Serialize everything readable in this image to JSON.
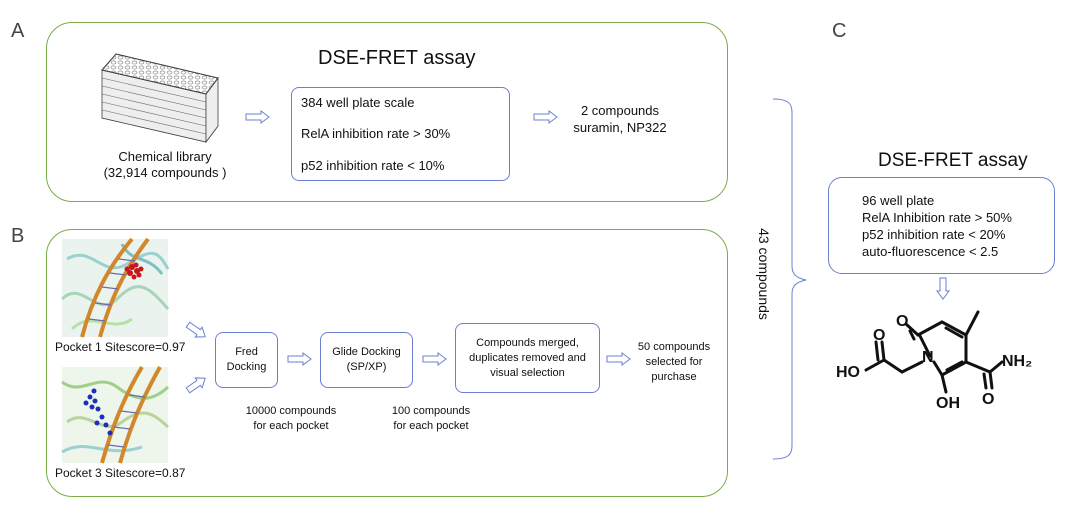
{
  "panels": {
    "a": {
      "letter": "A",
      "title": "DSE-FRET assay",
      "library_label": "Chemical library",
      "library_count": "(32,914 compounds )",
      "criteria": [
        "384 well plate scale",
        "RelA inhibition rate > 30%",
        "p52 inhibition rate  < 10%"
      ],
      "result_line1": "2 compounds",
      "result_line2": "suramin, NP322"
    },
    "b": {
      "letter": "B",
      "pocket1_label": "Pocket 1 Sitescore=0.97",
      "pocket3_label": "Pocket 3 Sitescore=0.87",
      "fred_line1": "Fred",
      "fred_line2": "Docking",
      "glide_line1": "Glide Docking",
      "glide_line2": "(SP/XP)",
      "merge_lines": [
        "Compounds merged,",
        "duplicates removed and",
        "visual selection"
      ],
      "result_lines": [
        "50 compounds",
        "selected for",
        "purchase"
      ],
      "fred_note_line1": "10000 compounds",
      "fred_note_line2": "for each pocket",
      "glide_note_line1": "100 compounds",
      "glide_note_line2": "for each pocket"
    },
    "bracket_label": "43 compounds",
    "c": {
      "letter": "C",
      "title": "DSE-FRET assay",
      "criteria": [
        "96 well plate",
        "RelA Inhibition rate > 50%",
        "p52 inhibition rate < 20%",
        "auto-fluorescence < 2.5"
      ],
      "molecule_labels": {
        "o_top": "O",
        "n_ring": "N",
        "o_acid": "O",
        "ho": "HO",
        "o_amide": "O",
        "nh2": "NH₂",
        "oh": "OH"
      }
    }
  },
  "colors": {
    "panel_border": "#7aac4a",
    "box_border": "#6b7fd1",
    "arrow": "#6b7fd1"
  },
  "icons": [
    "well-plate-stack-icon",
    "protein-dna-structure-image",
    "chemical-structure-image"
  ]
}
